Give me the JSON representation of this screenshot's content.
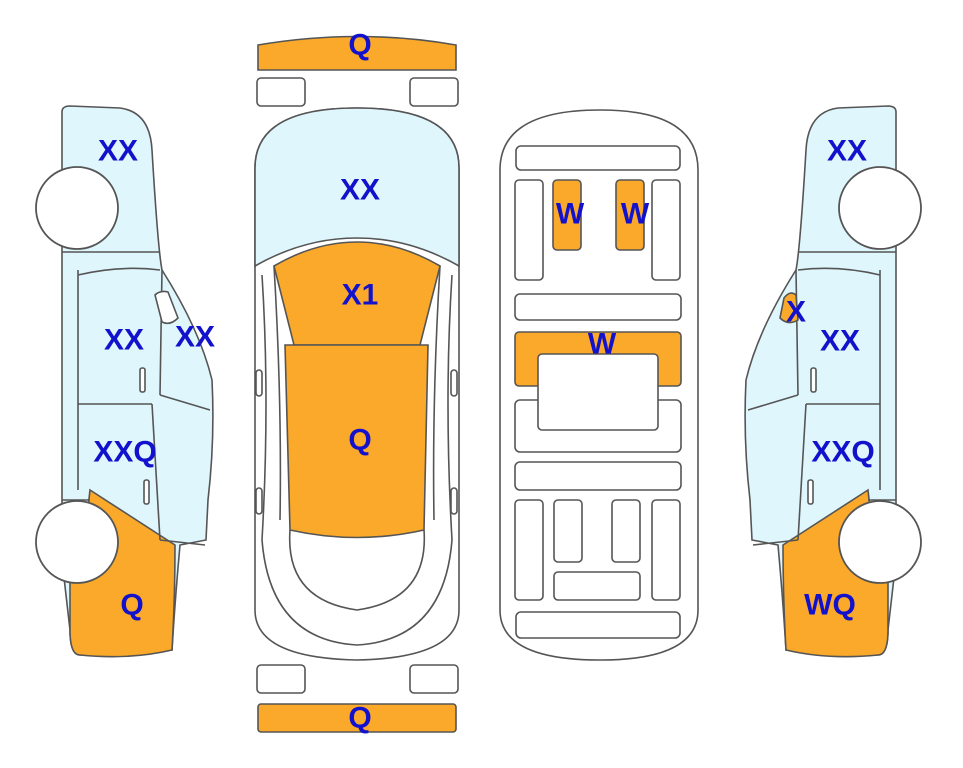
{
  "colors": {
    "orange": "#FBA92A",
    "light_blue": "#DFF6FC",
    "label": "#1212CC",
    "outline": "#555555"
  },
  "labels": {
    "front_bumper": "Q",
    "rear_bumper": "Q",
    "top_windshield": "XX",
    "top_hood": "X1",
    "top_roof": "Q",
    "interior_seat_left": "W",
    "interior_seat_right": "W",
    "interior_middle": "W",
    "left_front_fender": "XX",
    "left_front_door": "XX",
    "left_mirror": "XX",
    "left_rear_door": "XXQ",
    "left_quarter": "Q",
    "right_front_fender": "XX",
    "right_mirror": "X",
    "right_front_door": "XX",
    "right_rear_door": "XXQ",
    "right_quarter": "WQ"
  }
}
